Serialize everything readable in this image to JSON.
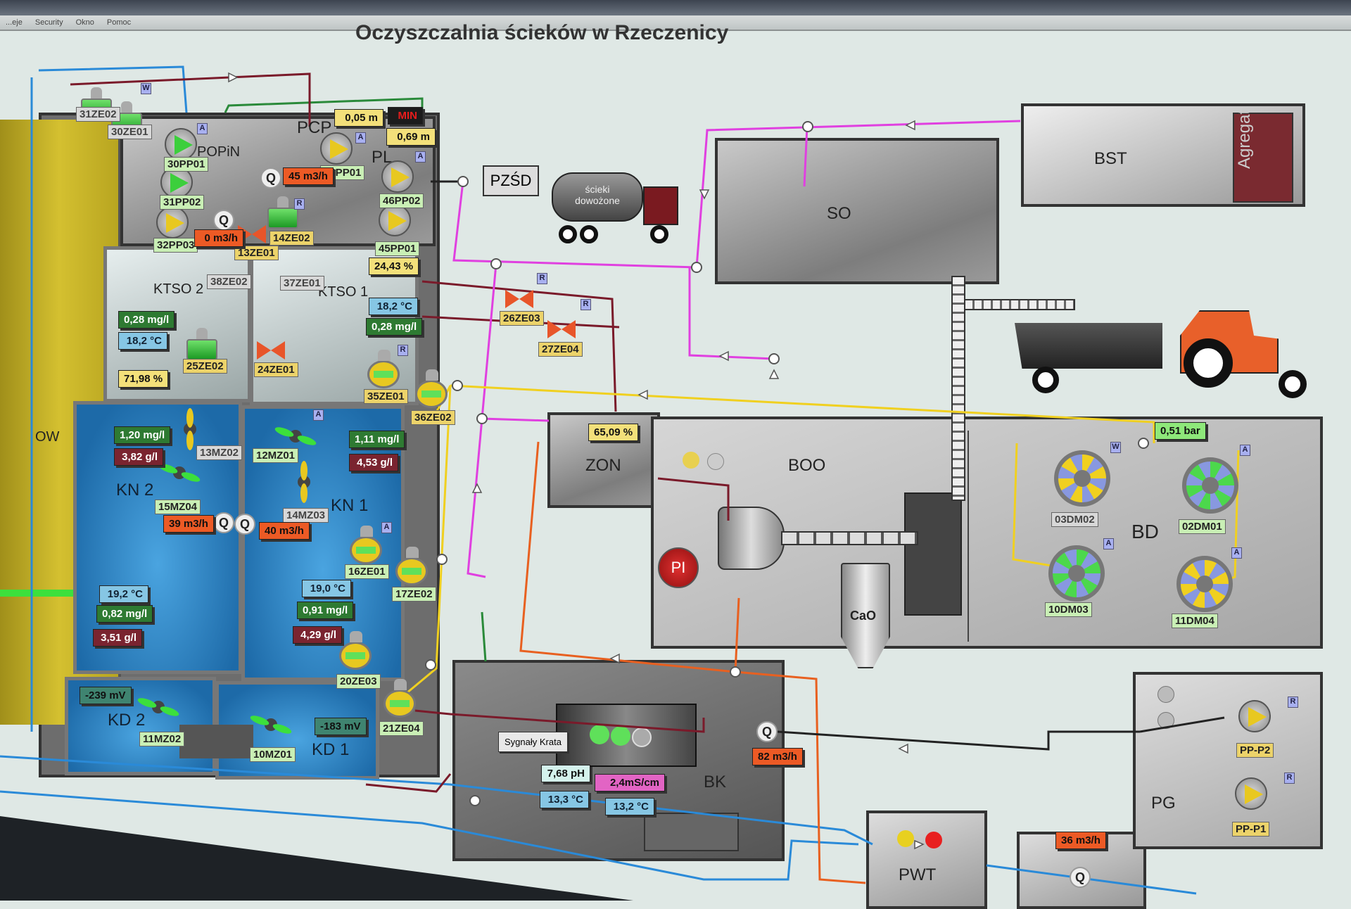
{
  "window": {
    "menu": [
      "...eje",
      "Security",
      "Okno",
      "Pomoc"
    ]
  },
  "title": "Oczyszczalnia ścieków w Rzeczenicy",
  "areas": {
    "ow": "OW",
    "popin": "POPiN",
    "pcp": "PCP",
    "pl": "PL",
    "ktso2": "KTSO 2",
    "ktso1": "KTSO 1",
    "kn2": "KN 2",
    "kn1": "KN 1",
    "kd2": "KD 2",
    "kd1": "KD 1",
    "so": "SO",
    "bst": "BST",
    "agregat": "Agregat",
    "zon": "ZON",
    "boo": "BOO",
    "bd": "BD",
    "bk": "BK",
    "pwt": "PWT",
    "pg": "PG",
    "pzsd": "PZŚD",
    "truck": "ścieki dowożone",
    "pi": "PI",
    "cao": "CaO",
    "krata_button": "Sygnały Krata"
  },
  "tags": {
    "t31ZE02": "31ZE02",
    "t30ZE01": "30ZE01",
    "t30PP01": "30PP01",
    "t31PP02": "31PP02",
    "t32PP03": "32PP03",
    "t44PP01": "44PP01",
    "t46PP02": "46PP02",
    "t45PP01": "45PP01",
    "t14ZE02": "14ZE02",
    "t13ZE01": "13ZE01",
    "t38ZE02": "38ZE02",
    "t37ZE01": "37ZE01",
    "t25ZE02": "25ZE02",
    "t24ZE01": "24ZE01",
    "t35ZE01": "35ZE01",
    "t36ZE02": "36ZE02",
    "t13MZ02": "13MZ02",
    "t12MZ01": "12MZ01",
    "t15MZ04": "15MZ04",
    "t14MZ03": "14MZ03",
    "t16ZE01": "16ZE01",
    "t17ZE02": "17ZE02",
    "t20ZE03": "20ZE03",
    "t21ZE04": "21ZE04",
    "t11MZ02": "11MZ02",
    "t10MZ01": "10MZ01",
    "t26ZE03": "26ZE03",
    "t27ZE04": "27ZE04",
    "t03DM02": "03DM02",
    "t02DM01": "02DM01",
    "t10DM03": "10DM03",
    "t11DM04": "11DM04",
    "tPPP2": "PP-P2",
    "tPPP1": "PP-P1"
  },
  "values": {
    "pcp_level": "0,05 m",
    "pl_alarm": "MIN",
    "pl_level": "0,69 m",
    "popin_flow1": "45 m3/h",
    "popin_flow2": "0 m3/h",
    "pl_pct": "24,43 %",
    "ktso1_temp": "18,2 °C",
    "ktso1_o2": "0,28 mg/l",
    "ktso2_o2": "0,28 mg/l",
    "ktso2_temp": "18,2 °C",
    "ktso2_pct": "71,98 %",
    "kn2_o2_top": "1,20 mg/l",
    "kn2_ss_top": "3,82 g/l",
    "kn1_o2_top": "1,11 mg/l",
    "kn1_ss_top": "4,53 g/l",
    "kn2_flow": "39 m3/h",
    "kn1_flow": "40 m3/h",
    "kn2_temp": "19,2 °C",
    "kn2_o2": "0,82 mg/l",
    "kn2_ss": "3,51 g/l",
    "kn1_temp": "19,0 °C",
    "kn1_o2": "0,91 mg/l",
    "kn1_ss": "4,29 g/l",
    "kd2_redox": "-239 mV",
    "kd1_redox": "-183 mV",
    "zon_pct": "65,09 %",
    "bd_pressure": "0,51 bar",
    "bk_ph": "7,68 pH",
    "bk_cond": "2,4mS/cm",
    "bk_temp1": "13,3 °C",
    "bk_temp2": "13,2 °C",
    "bk_flow": "82 m3/h",
    "out_flow": "36 m3/h"
  },
  "badges": {
    "a": "A",
    "r": "R",
    "w": "W"
  },
  "colors": {
    "sludge": "#7a1a2a",
    "water": "#2a8ad8",
    "air": "#f0d020",
    "reject": "#e040e0",
    "alarm": "#e81c1c"
  }
}
